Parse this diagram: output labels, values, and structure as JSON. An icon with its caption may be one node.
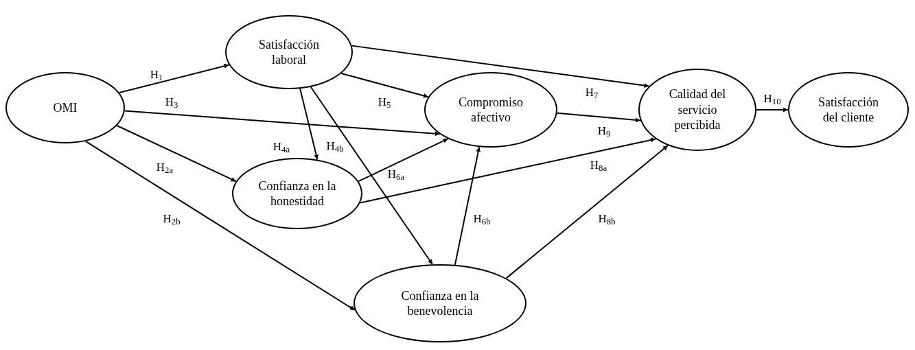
{
  "diagram": {
    "nodes": [
      {
        "text": [
          "OMI"
        ]
      },
      {
        "text": [
          "Satisfacción laboral"
        ]
      },
      {
        "text": [
          "Compromiso afectivo"
        ]
      },
      {
        "text": [
          "Calidad del servicio percibida"
        ]
      },
      {
        "text": [
          "Satisfacción del cliente"
        ]
      },
      {
        "text": [
          "Confianza en la honestidad"
        ]
      },
      {
        "text": [
          "Confianza en la benevolencia"
        ]
      }
    ],
    "edges": [
      {
        "from": 0,
        "to": 1,
        "arrow": "to",
        "label": "H$_{1}$"
      },
      {
        "from": 0,
        "to": 2,
        "arrow": "to",
        "label": "H$_{3}$"
      },
      {
        "from": 0,
        "to": 5,
        "arrow": "to",
        "label": "H$_{2a}$"
      },
      {
        "from": 0,
        "to": 6,
        "arrow": "to",
        "label": "H$_{2b}$"
      },
      {
        "from": 1,
        "to": 5,
        "arrow": "to",
        "label": "H$_{4a}$"
      },
      {
        "from": 1,
        "to": 6,
        "arrow": "to",
        "label": "H$_{4b}$"
      },
      {
        "from": 1,
        "to": 2,
        "arrow": "to",
        "label": "H$_{5}$"
      },
      {
        "from": 5,
        "to": 2,
        "arrow": "to",
        "label": "H$_{6a}$"
      },
      {
        "from": 6,
        "to": 2,
        "arrow": "to",
        "label": "H$_{6b}$"
      },
      {
        "from": 1,
        "to": 3,
        "arrow": "to",
        "label": "H$_{7}$"
      },
      {
        "from": 2,
        "to": 3,
        "arrow": "to",
        "label": "H$_{9}$"
      },
      {
        "from": 5,
        "to": 3,
        "arrow": "to",
        "label": "H$_{8a}$"
      },
      {
        "from": 6,
        "to": 3,
        "arrow": "to",
        "label": "H$_{8b}$"
      },
      {
        "from": 3,
        "to": 4,
        "arrow": "to",
        "label": "H$_{10}$"
      }
    ]
  }
}
